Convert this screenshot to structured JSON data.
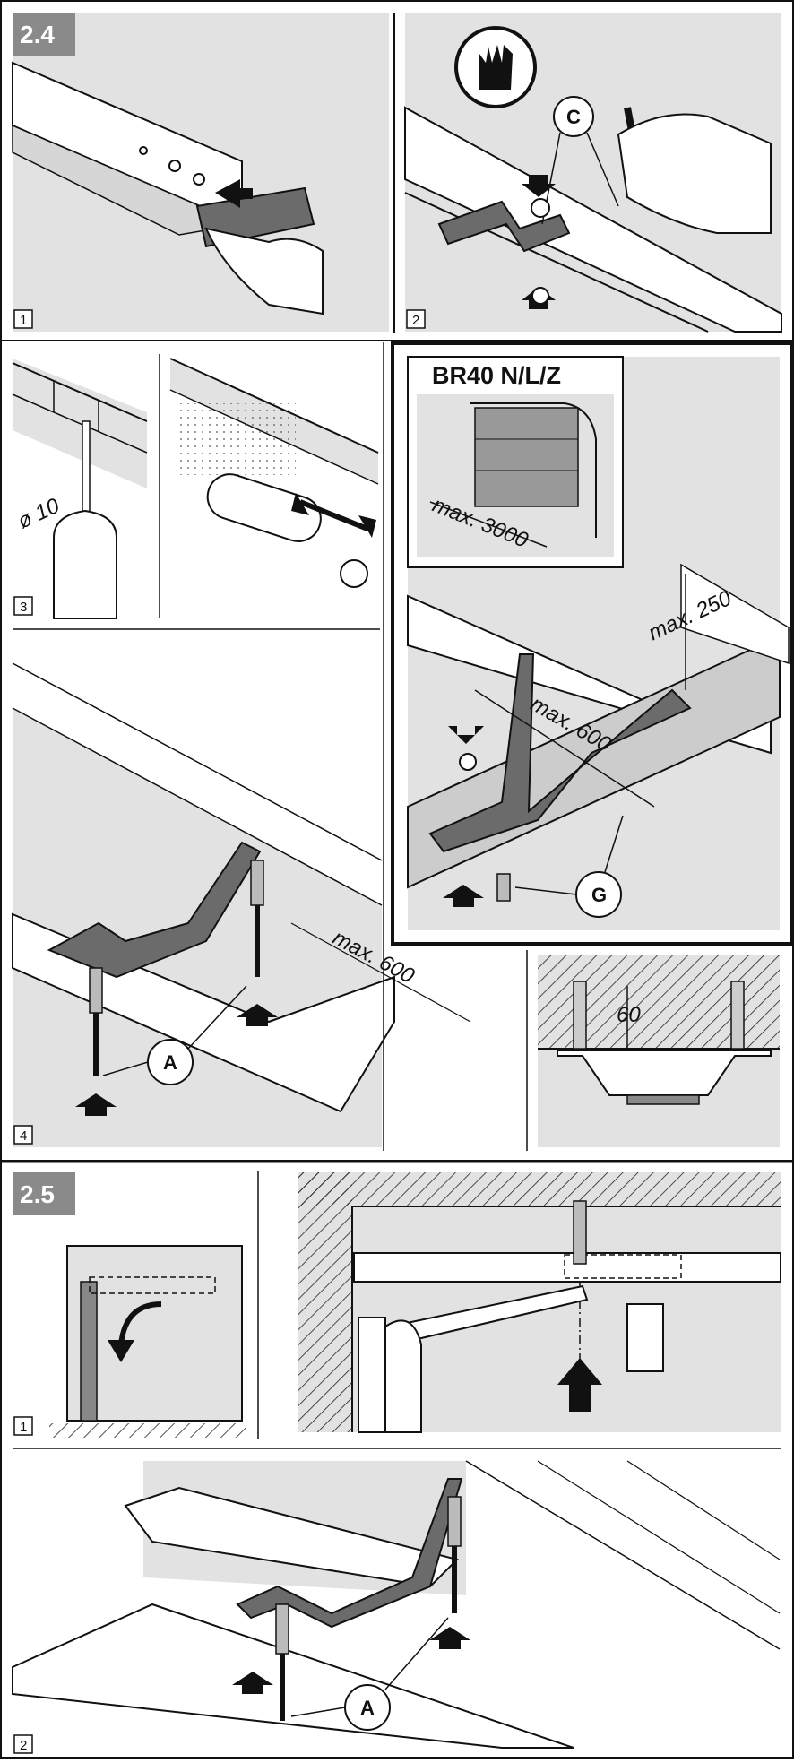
{
  "sections": [
    {
      "number": "2.4"
    },
    {
      "number": "2.5"
    }
  ],
  "steps": {
    "s24_1": "1",
    "s24_2": "2",
    "s24_3": "3",
    "s24_4": "4",
    "s25_1": "1",
    "s25_2": "2"
  },
  "labels": {
    "screw_c": "C",
    "anchor_a": "A",
    "anchor_a2": "A",
    "bolt_g": "G",
    "model": "BR40 N/L/Z"
  },
  "dimensions": {
    "drill_diameter": "ø 10",
    "max_3000": "max. 3000",
    "max_250": "max. 250",
    "max_600_top": "max. 600",
    "max_600_bottom": "max. 600",
    "depth_60": "60"
  },
  "icons": [
    "gloves-icon",
    "arrow-up-icon",
    "arrow-down-icon",
    "double-arrow-icon"
  ],
  "colors": {
    "panel_bg": "#e2e2e2",
    "bracket": "#6b6b6b",
    "section_badge": "#8a8a8a",
    "line": "#111111"
  }
}
